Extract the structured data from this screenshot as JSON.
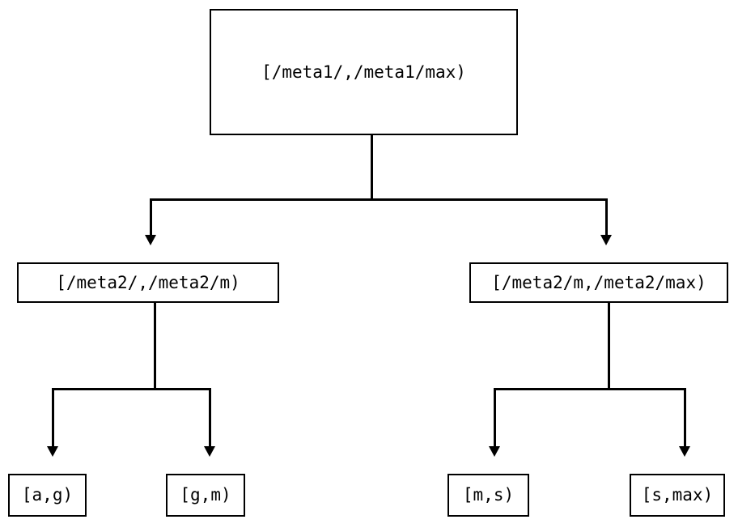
{
  "diagram": {
    "type": "tree",
    "title": "",
    "background_color": "#ffffff",
    "line_color": "#000000",
    "border_color": "#000000",
    "nodes": {
      "root": {
        "label": "[/meta1/,/meta1/max)",
        "level": 1
      },
      "mid_left": {
        "label": "[/meta2/,/meta2/m)",
        "level": 2
      },
      "mid_right": {
        "label": "[/meta2/m,/meta2/max)",
        "level": 2
      },
      "leaf_ag": {
        "label": "[a,g)",
        "level": 3
      },
      "leaf_gm": {
        "label": "[g,m)",
        "level": 3
      },
      "leaf_ms": {
        "label": "[m,s)",
        "level": 3
      },
      "leaf_smax": {
        "label": "[s,max)",
        "level": 3
      }
    },
    "edges": [
      {
        "from": "root",
        "to": "mid_left",
        "arrow": "down"
      },
      {
        "from": "root",
        "to": "mid_right",
        "arrow": "down"
      },
      {
        "from": "mid_left",
        "to": "leaf_ag",
        "arrow": "down"
      },
      {
        "from": "mid_left",
        "to": "leaf_gm",
        "arrow": "down"
      },
      {
        "from": "mid_right",
        "to": "leaf_ms",
        "arrow": "down"
      },
      {
        "from": "mid_right",
        "to": "leaf_smax",
        "arrow": "down"
      }
    ]
  }
}
